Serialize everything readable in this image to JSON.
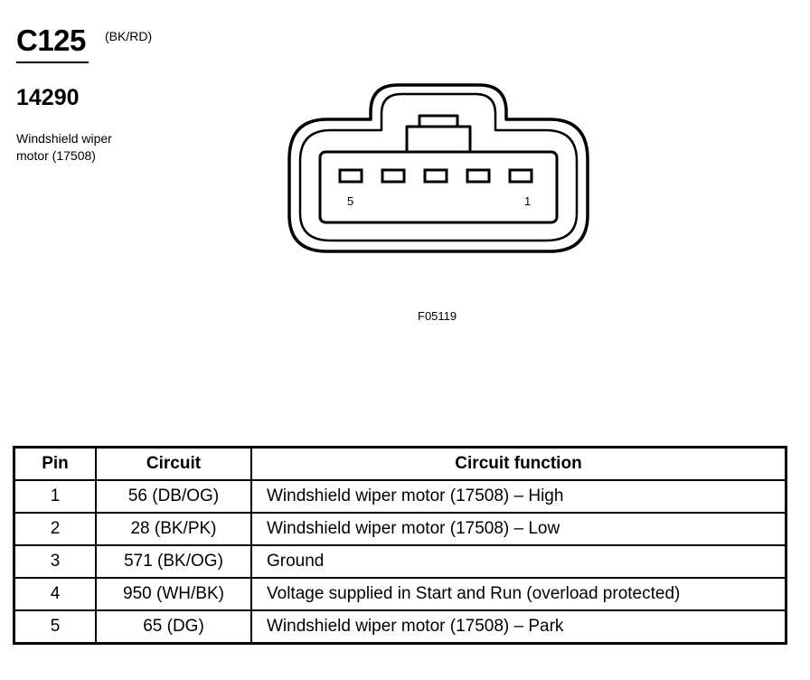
{
  "header": {
    "connector_id": "C125",
    "connector_color": "(BK/RD)",
    "part_number": "14290",
    "description_line1": "Windshield wiper",
    "description_line2": "motor (17508)"
  },
  "diagram": {
    "pin_label_left": "5",
    "pin_label_right": "1",
    "figure_code": "F05119",
    "pin_count": 5
  },
  "table": {
    "headers": [
      "Pin",
      "Circuit",
      "Circuit function"
    ],
    "rows": [
      {
        "pin": "1",
        "circuit": "56 (DB/OG)",
        "function": "Windshield wiper motor (17508) – High"
      },
      {
        "pin": "2",
        "circuit": "28 (BK/PK)",
        "function": "Windshield wiper motor (17508) – Low"
      },
      {
        "pin": "3",
        "circuit": "571 (BK/OG)",
        "function": "Ground"
      },
      {
        "pin": "4",
        "circuit": "950 (WH/BK)",
        "function": "Voltage supplied in Start and Run (overload protected)"
      },
      {
        "pin": "5",
        "circuit": "65 (DG)",
        "function": "Windshield wiper motor (17508) – Park"
      }
    ]
  }
}
